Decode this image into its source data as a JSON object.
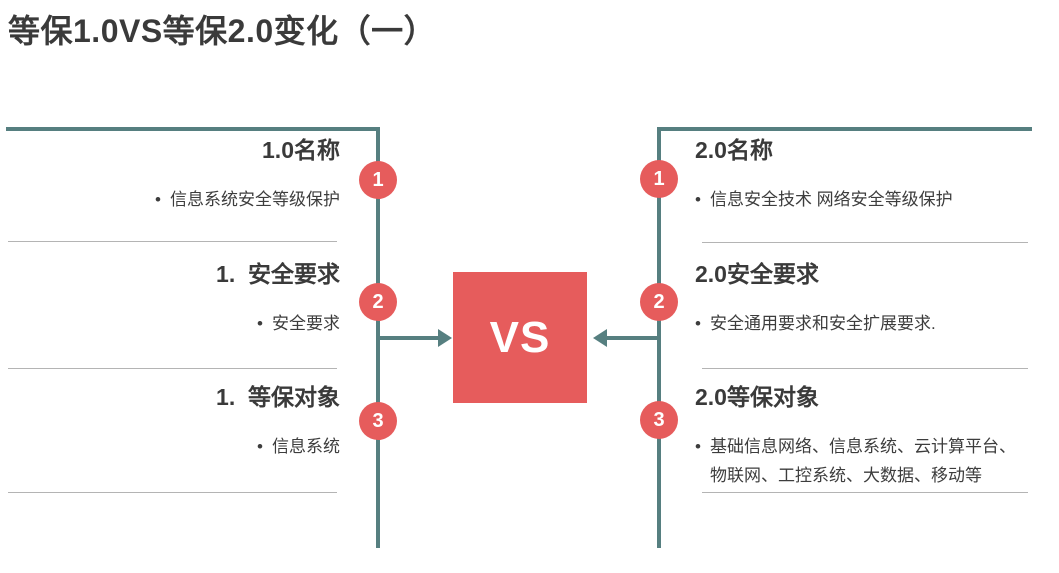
{
  "title": "等保1.0VS等保2.0变化（一）",
  "glyphs": {
    "bullet": "•"
  },
  "colors": {
    "accent_red": "#e65c5c",
    "line_teal": "#567f80",
    "divider_gray": "#b4b4b4",
    "text_dark": "#3a3a3a"
  },
  "center": {
    "vs_label": "VS"
  },
  "left_panel": {
    "sections": [
      {
        "badge": "1",
        "heading": "1.0名称",
        "items": [
          "信息系统安全等级保护"
        ]
      },
      {
        "badge": "2",
        "heading": "1.  安全要求",
        "items": [
          "安全要求"
        ]
      },
      {
        "badge": "3",
        "heading": "1.  等保对象",
        "items": [
          "信息系统"
        ]
      }
    ]
  },
  "right_panel": {
    "sections": [
      {
        "badge": "1",
        "heading": "2.0名称",
        "items": [
          "信息安全技术 网络安全等级保护"
        ]
      },
      {
        "badge": "2",
        "heading": "2.0安全要求",
        "items": [
          "安全通用要求和安全扩展要求."
        ]
      },
      {
        "badge": "3",
        "heading": "2.0等保对象",
        "items": [
          "基础信息网络、信息系统、云计算平台、物联网、工控系统、大数据、移动等"
        ]
      }
    ]
  }
}
